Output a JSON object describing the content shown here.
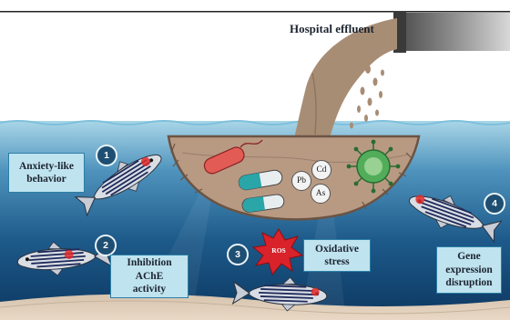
{
  "source": {
    "label": "Hospital effluent"
  },
  "pollutants": {
    "metals": [
      "Pb",
      "Cd",
      "As"
    ],
    "ros_label": "ROS"
  },
  "effects": [
    {
      "number": "1",
      "text": "Anxiety-like\nbehavior"
    },
    {
      "number": "2",
      "text": "Inhibition\nAChE\nactivity"
    },
    {
      "number": "3",
      "text": "Oxidative\nstress"
    },
    {
      "number": "4",
      "text": "Gene\nexpression\ndisruption"
    }
  ],
  "colors": {
    "water_top": "#a9d6e8",
    "water_bottom": "#0c3760",
    "sediment": "#b89a83",
    "effluent": "#a88d75",
    "box_fill": "#bfe3ef",
    "number_fill": "#1e4f73",
    "ros_star": "#d9222a",
    "virus": "#3f9c4a"
  }
}
